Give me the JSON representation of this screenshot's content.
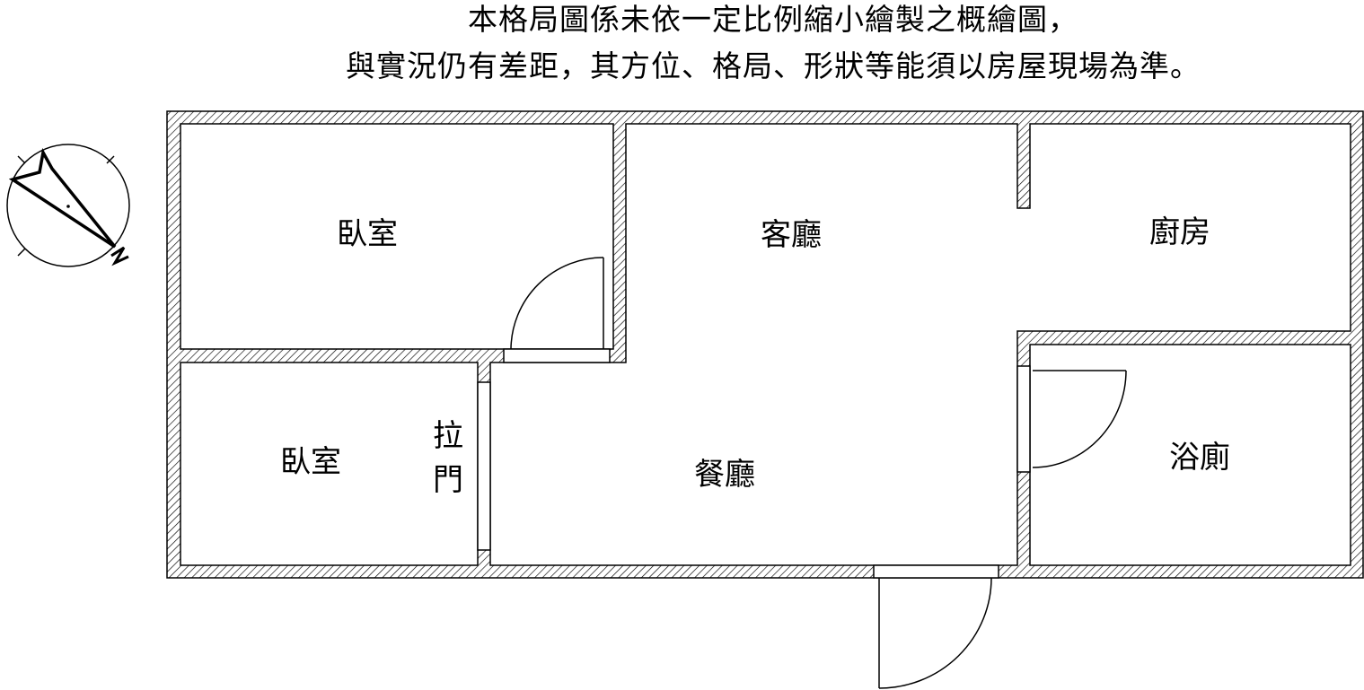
{
  "disclaimer": {
    "line1": "本格局圖係未依一定比例縮小繪製之概繪圖，",
    "line2": "與實況仍有差距，其方位、格局、形狀等能須以房屋現場為準。"
  },
  "compass": {
    "north_label": "N",
    "icon": "north-arrow-icon"
  },
  "rooms": {
    "bedroom_top": "臥室",
    "living_room": "客廳",
    "kitchen": "廚房",
    "bedroom_bottom": "臥室",
    "sliding_door_char1": "拉",
    "sliding_door_char2": "門",
    "dining_room": "餐廳",
    "bathroom": "浴廁"
  },
  "colors": {
    "line": "#000000",
    "background": "#ffffff"
  }
}
